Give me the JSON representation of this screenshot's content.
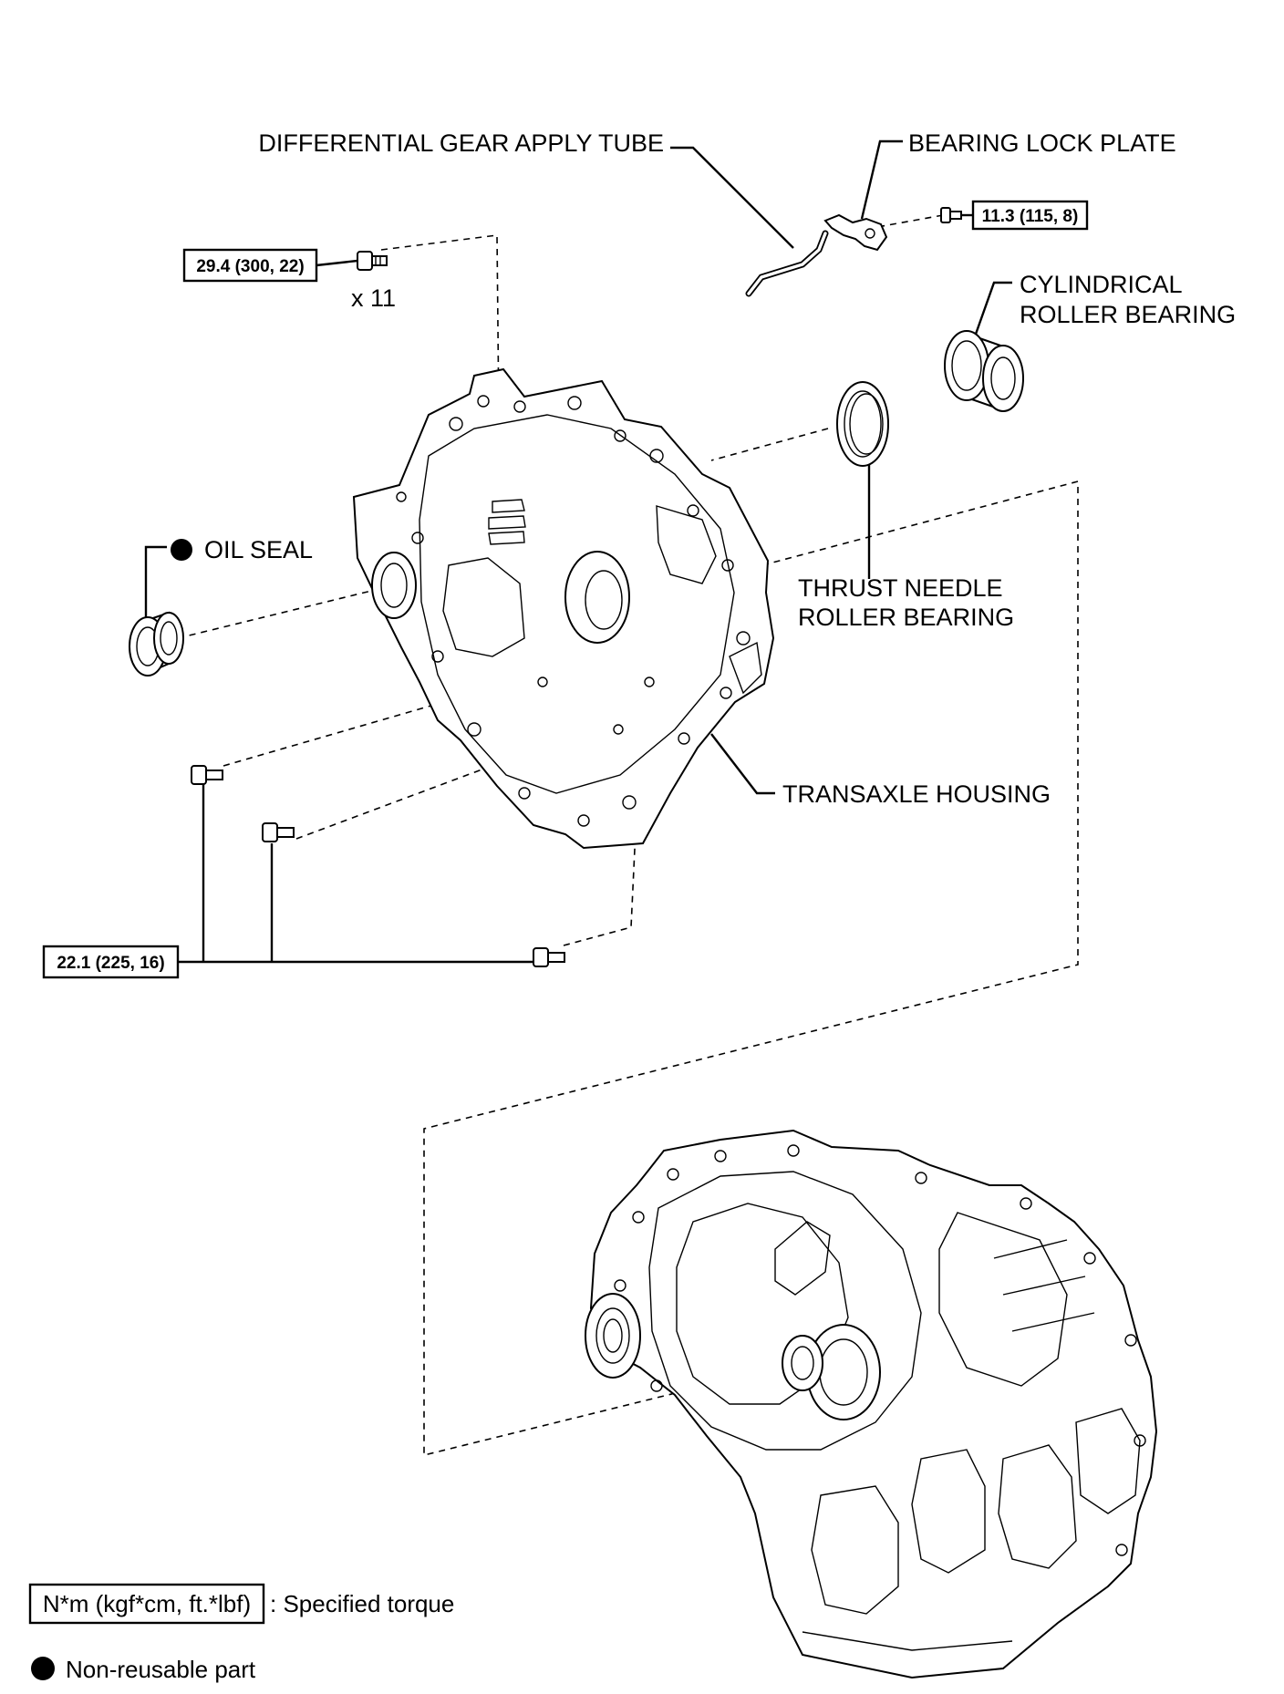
{
  "labels": {
    "differential_tube": "DIFFERENTIAL GEAR APPLY TUBE",
    "bearing_lock_plate": "BEARING LOCK PLATE",
    "cylindrical_bearing_line1": "CYLINDRICAL",
    "cylindrical_bearing_line2": "ROLLER BEARING",
    "oil_seal": "OIL SEAL",
    "thrust_bearing_line1": "THRUST NEEDLE",
    "thrust_bearing_line2": "ROLLER BEARING",
    "transaxle_housing": "TRANSAXLE HOUSING"
  },
  "torques": {
    "housing_bolts": "29.4 (300, 22)",
    "housing_bolts_qty": "x 11",
    "lock_plate_bolt": "11.3 (115, 8)",
    "lower_bolts": "22.1 (225, 16)"
  },
  "legend": {
    "torque_unit": "N*m (kgf*cm, ft.*lbf)",
    "torque_desc": ": Specified torque",
    "nonreusable_desc": "Non-reusable part"
  },
  "icons": {
    "nonreusable": "filled-circle-icon"
  }
}
